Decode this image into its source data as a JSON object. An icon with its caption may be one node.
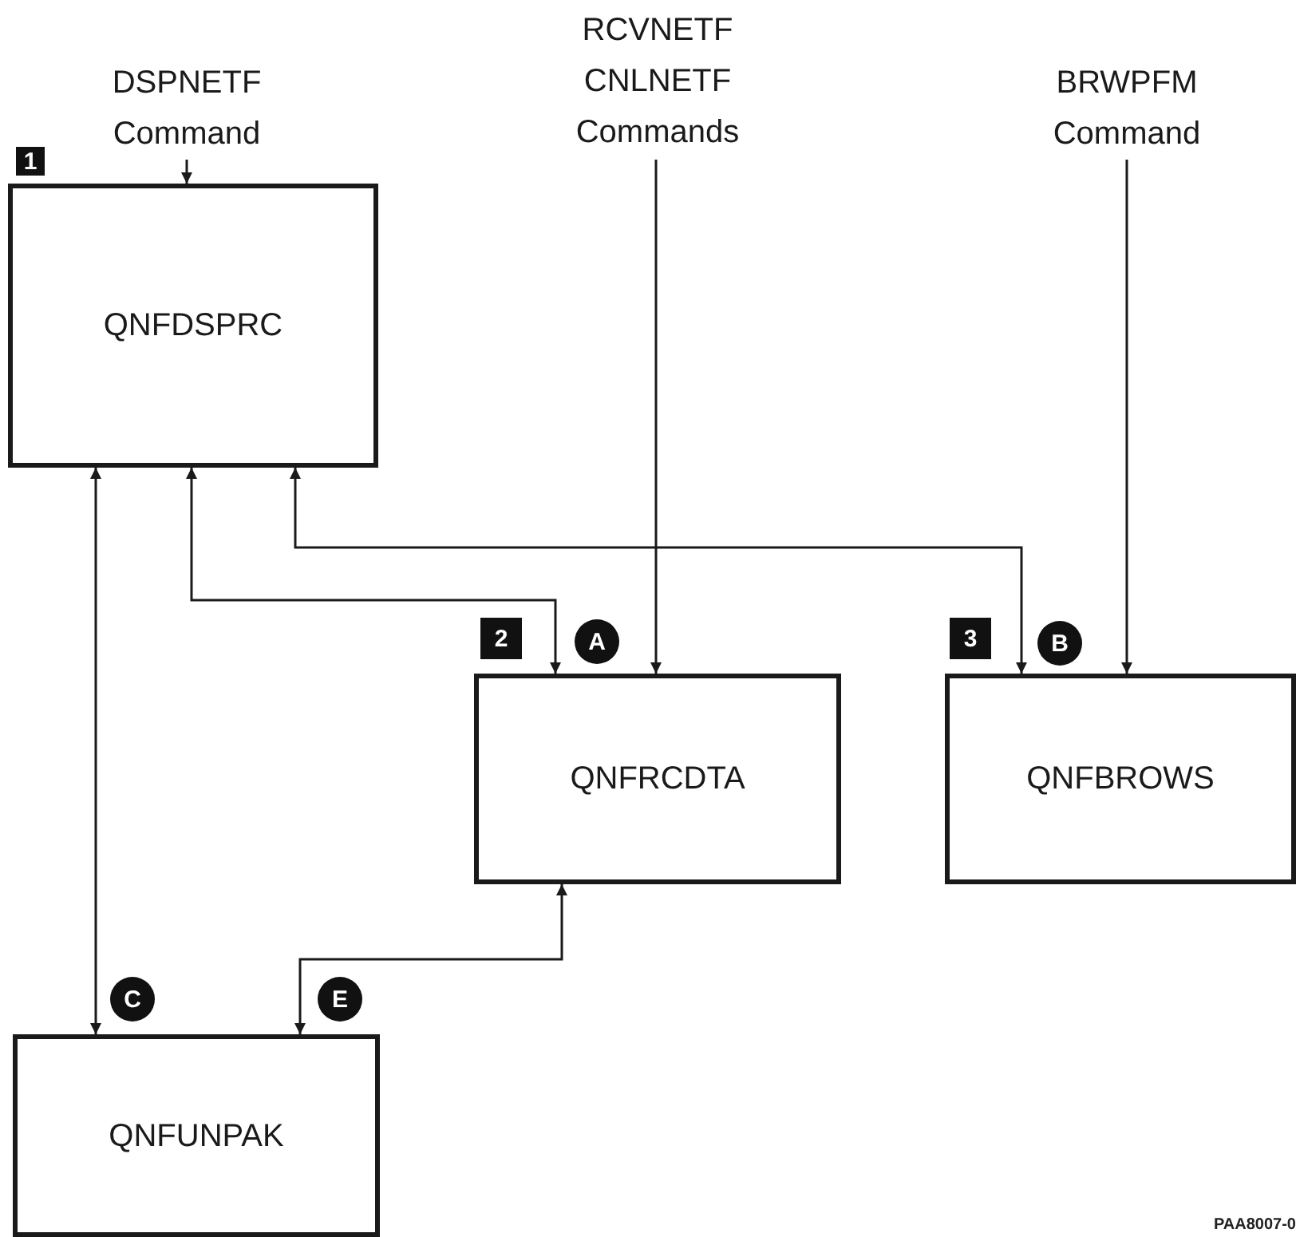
{
  "diagram": {
    "nodes": [
      {
        "text": [
          "DSPNETF Command"
        ]
      },
      {
        "text": [
          "RCVNETF CNLNETF Commands"
        ]
      },
      {
        "text": [
          "BRWPFM Command"
        ]
      },
      {
        "text": [
          "QNFDSPRC"
        ]
      },
      {
        "text": [
          "QNFRCDTA"
        ]
      },
      {
        "text": [
          "QNFBROWS"
        ]
      },
      {
        "text": [
          "QNFUNPAK"
        ]
      }
    ],
    "edges": [
      {
        "from": 0,
        "to": 3,
        "arrow": "to"
      },
      {
        "from": 1,
        "to": 4,
        "arrow": "to"
      },
      {
        "from": 2,
        "to": 5,
        "arrow": "to"
      },
      {
        "from": 3,
        "to": 4,
        "arrow": "both"
      },
      {
        "from": 3,
        "to": 5,
        "arrow": "both"
      },
      {
        "from": 3,
        "to": 6,
        "arrow": "both"
      },
      {
        "from": 4,
        "to": 6,
        "arrow": "both"
      }
    ],
    "labels": [
      "1",
      "2",
      "A",
      "3",
      "B",
      "C",
      "E",
      "PAA8007-0"
    ]
  }
}
